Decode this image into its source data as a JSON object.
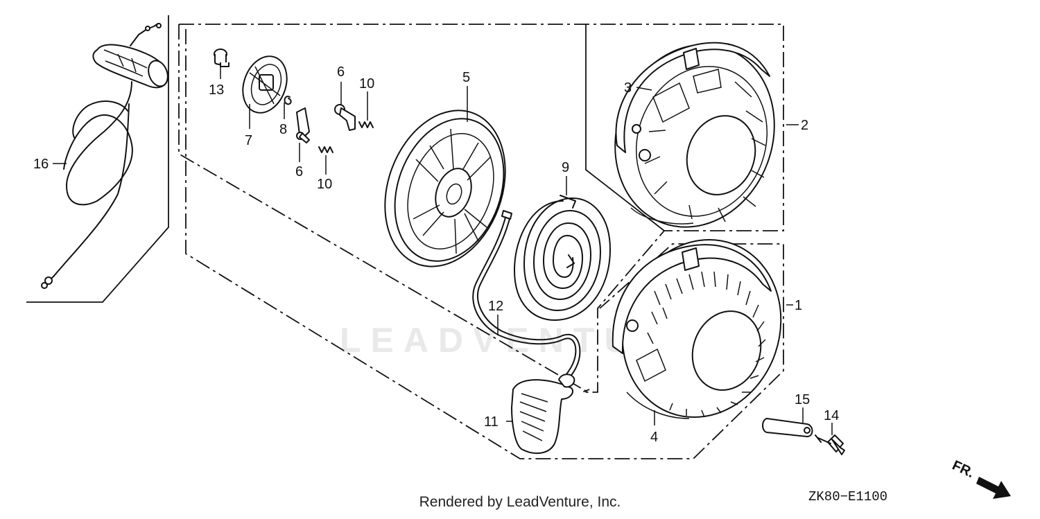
{
  "diagram": {
    "watermark": "LEADVENTURE",
    "drawing_code": "ZK80−E1100",
    "direction_label": "FR.",
    "footer": "Rendered by LeadVenture, Inc.",
    "callouts": {
      "c1": "1",
      "c2": "2",
      "c3": "3",
      "c4": "4",
      "c5": "5",
      "c6a": "6",
      "c6b": "6",
      "c7": "7",
      "c8": "8",
      "c9": "9",
      "c10a": "10",
      "c10b": "10",
      "c11": "11",
      "c12": "12",
      "c13": "13",
      "c14": "14",
      "c15": "15",
      "c16": "16"
    }
  }
}
